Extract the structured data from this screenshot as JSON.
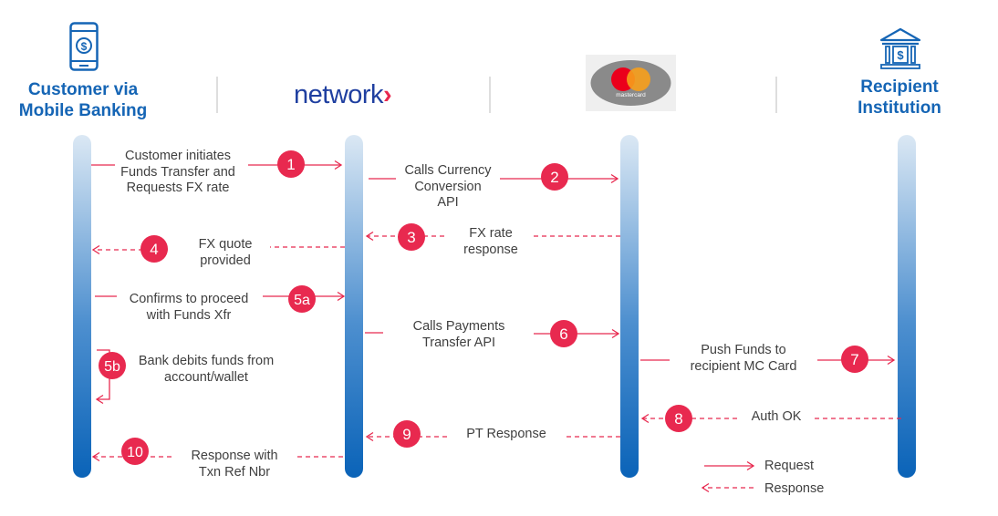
{
  "actors": {
    "customer": {
      "line1": "Customer via",
      "line2": "Mobile Banking",
      "icon": "mobile-dollar-icon"
    },
    "network": {
      "logo_text": "network",
      "logo_chevron": "›"
    },
    "mastercard": {
      "logo_text": "mastercard",
      "icon": "mastercard-logo"
    },
    "recipient": {
      "line1": "Recipient",
      "line2": "Institution",
      "icon": "bank-building-icon"
    }
  },
  "steps": [
    {
      "id": "1",
      "type": "request",
      "lines": [
        "Customer initiates",
        "Funds Transfer and",
        "Requests FX rate"
      ]
    },
    {
      "id": "2",
      "type": "request",
      "lines": [
        "Calls Currency",
        "Conversion",
        "API"
      ]
    },
    {
      "id": "3",
      "type": "response",
      "lines": [
        "FX rate",
        "response"
      ]
    },
    {
      "id": "4",
      "type": "response",
      "lines": [
        "FX quote",
        "provided"
      ]
    },
    {
      "id": "5a",
      "type": "request",
      "lines": [
        "Confirms to proceed",
        "with Funds Xfr"
      ]
    },
    {
      "id": "5b",
      "type": "self",
      "lines": [
        "Bank debits funds from",
        "account/wallet"
      ]
    },
    {
      "id": "6",
      "type": "request",
      "lines": [
        "Calls Payments",
        "Transfer API"
      ]
    },
    {
      "id": "7",
      "type": "request",
      "lines": [
        "Push Funds to",
        "recipient MC Card"
      ]
    },
    {
      "id": "8",
      "type": "response",
      "lines": [
        "Auth OK"
      ]
    },
    {
      "id": "9",
      "type": "response",
      "lines": [
        "PT Response"
      ]
    },
    {
      "id": "10",
      "type": "response",
      "lines": [
        "Response with",
        "Txn Ref Nbr"
      ]
    }
  ],
  "legend": {
    "request": "Request",
    "response": "Response"
  },
  "colors": {
    "accent": "#e8294f",
    "actor_text": "#1565b5",
    "lifeline_top": "#dbe8f4",
    "lifeline_bottom": "#0a63b8",
    "label_text": "#404040"
  }
}
